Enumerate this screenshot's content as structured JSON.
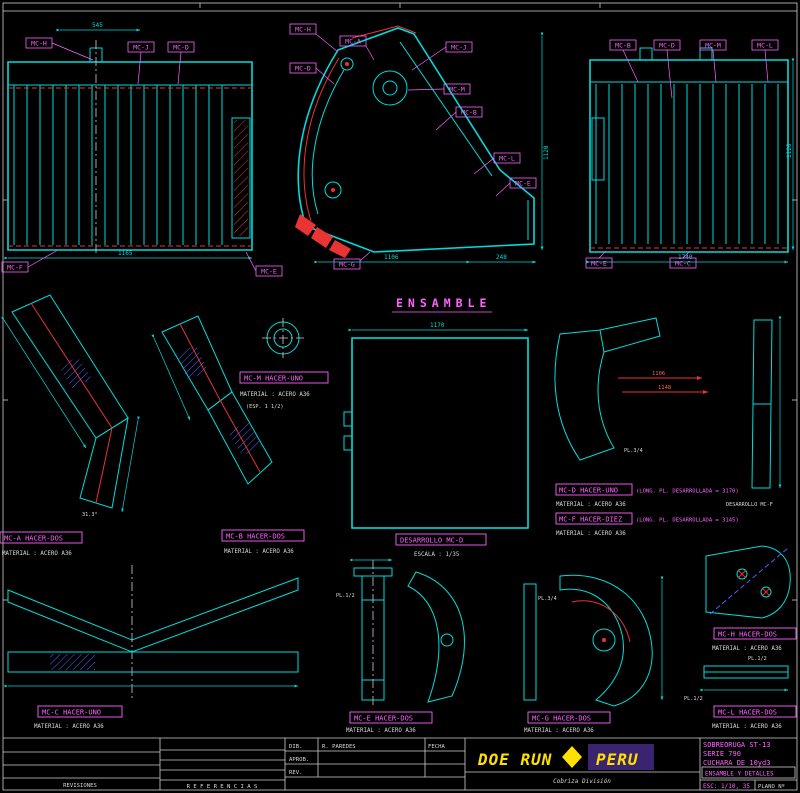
{
  "colors": {
    "background": "#000000",
    "line_cyan": "#00dcdc",
    "line_red": "#e93434",
    "line_blue": "#4f62ff",
    "label_magenta": "#ff62ff",
    "logo_yellow": "#ffe100",
    "text_white": "#d8d8d8"
  },
  "ensamble_title": "ENSAMBLE",
  "tags": [
    "MC-H",
    "MC-J",
    "MC-D",
    "MC-F",
    "MC-E",
    "MC-H",
    "MC-A",
    "MC-J",
    "MC-D",
    "MC-M",
    "MC-B",
    "MC-L",
    "MC-E",
    "MC-G",
    "MC-B",
    "MC-D",
    "MC-M",
    "MC-L",
    "MC-E",
    "MC-C"
  ],
  "dims": [
    "545",
    "1165",
    "1106",
    "248",
    "1120",
    "1740",
    "1120",
    "1170",
    "1106",
    "1148"
  ],
  "notes": [
    "PL.3/4",
    "PL.1/2",
    "PL.3/4",
    "PL.1/2",
    "PL.1/2",
    "31.3°"
  ],
  "parts": {
    "mc_m": {
      "label": "MC-M HACER-UNO",
      "material": "MATERIAL : ACERO A36",
      "note": "(ESP. 1 1/2)"
    },
    "mc_a": {
      "label": "MC-A HACER-DOS",
      "material": "MATERIAL : ACERO A36"
    },
    "mc_b": {
      "label": "MC-B HACER-DOS",
      "material": "MATERIAL : ACERO A36"
    },
    "mc_c": {
      "label": "MC-C HACER-UNO",
      "material": "MATERIAL : ACERO A36"
    },
    "mc_e": {
      "label": "MC-E HACER-DOS",
      "material": "MATERIAL : ACERO A36"
    },
    "mc_g": {
      "label": "MC-G HACER-DOS",
      "material": "MATERIAL : ACERO A36"
    },
    "mc_h": {
      "label": "MC-H HACER-DOS",
      "material": "MATERIAL : ACERO A36"
    },
    "mc_l": {
      "label": "MC-L HACER-DOS",
      "material": "MATERIAL : ACERO A36"
    },
    "mc_d": {
      "label": "MC-D HACER-UNO",
      "suffix": "(LONG. PL. DESARROLLADA = 3170)",
      "material": "MATERIAL : ACERO A36"
    },
    "mc_f": {
      "label": "MC-F HACER-DIEZ",
      "suffix": "(LONG. PL. DESARROLLADA = 3145)",
      "material": "MATERIAL : ACERO A36"
    },
    "dev_d": {
      "label": "DESARROLLO MC-D",
      "scale": "ESCALA : 1/35"
    },
    "dev_f": {
      "label": "DESARROLLO MC-F"
    }
  },
  "title_block": {
    "company": "DOE RUN",
    "region": "PERU",
    "division": "Cobriza División",
    "machine": "SOBREORUGA ST-13",
    "series": "SERIE 790",
    "item": "CUCHARA DE 10yd3",
    "sheet_title": "ENSAMBLE Y DETALLES",
    "scale": "ESC: 1/10, 35",
    "plano": "PLANO Nº",
    "referencias": "R E F E R E N C I A S",
    "revisiones": "REVISIONES",
    "table": {
      "dib": "DIB.",
      "dib_val": "R. PAREDES",
      "fecha": "FECHA",
      "aprob": "APROB.",
      "rev": "REV."
    }
  }
}
